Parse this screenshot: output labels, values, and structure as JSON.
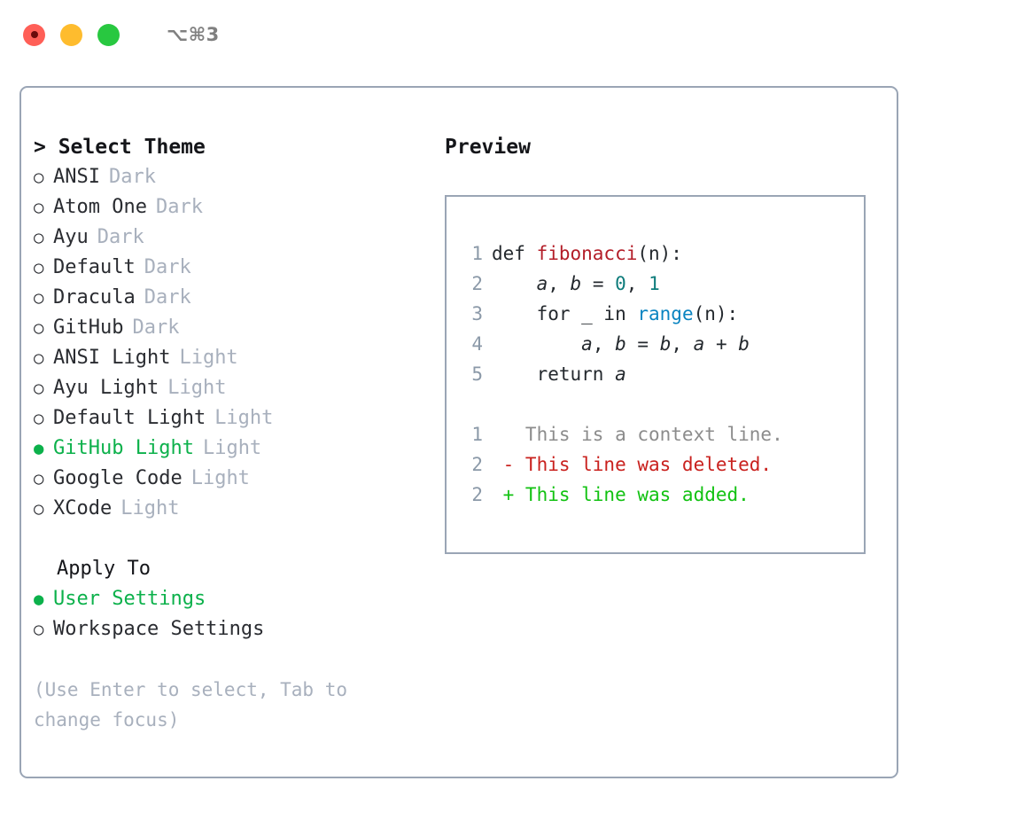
{
  "titlebar": {
    "shortcut": "⌥⌘3",
    "lights": [
      "close-red",
      "minimize-yellow",
      "maximize-green"
    ]
  },
  "theme_picker": {
    "header": "> Select Theme",
    "options": [
      {
        "marker": "○",
        "name": "ANSI",
        "category": "Dark",
        "selected": false
      },
      {
        "marker": "○",
        "name": "Atom One",
        "category": "Dark",
        "selected": false
      },
      {
        "marker": "○",
        "name": "Ayu",
        "category": "Dark",
        "selected": false
      },
      {
        "marker": "○",
        "name": "Default",
        "category": "Dark",
        "selected": false
      },
      {
        "marker": "○",
        "name": "Dracula",
        "category": "Dark",
        "selected": false
      },
      {
        "marker": "○",
        "name": "GitHub",
        "category": "Dark",
        "selected": false
      },
      {
        "marker": "○",
        "name": "ANSI Light",
        "category": "Light",
        "selected": false
      },
      {
        "marker": "○",
        "name": "Ayu Light",
        "category": "Light",
        "selected": false
      },
      {
        "marker": "○",
        "name": "Default Light",
        "category": "Light",
        "selected": false
      },
      {
        "marker": "●",
        "name": "GitHub Light",
        "category": "Light",
        "selected": true
      },
      {
        "marker": "○",
        "name": "Google Code",
        "category": "Light",
        "selected": false
      },
      {
        "marker": "○",
        "name": "XCode",
        "category": "Light",
        "selected": false
      }
    ]
  },
  "apply_to": {
    "title": "Apply To",
    "options": [
      {
        "marker": "●",
        "name": "User Settings",
        "selected": true
      },
      {
        "marker": "○",
        "name": "Workspace Settings",
        "selected": false
      }
    ]
  },
  "hint": "(Use Enter to select, Tab to change focus)",
  "preview": {
    "title": "Preview",
    "code_lines": [
      {
        "num": "1",
        "tokens": [
          {
            "t": "def ",
            "c": "kw"
          },
          {
            "t": "fibonacci",
            "c": "fn"
          },
          {
            "t": "(n):",
            "c": "kw"
          }
        ]
      },
      {
        "num": "2",
        "tokens": [
          {
            "t": "    ",
            "c": "kw"
          },
          {
            "t": "a",
            "c": "id"
          },
          {
            "t": ", ",
            "c": "kw"
          },
          {
            "t": "b",
            "c": "id"
          },
          {
            "t": " = ",
            "c": "kw"
          },
          {
            "t": "0",
            "c": "num"
          },
          {
            "t": ", ",
            "c": "kw"
          },
          {
            "t": "1",
            "c": "num"
          }
        ]
      },
      {
        "num": "3",
        "tokens": [
          {
            "t": "    for _ in ",
            "c": "kw"
          },
          {
            "t": "range",
            "c": "blt"
          },
          {
            "t": "(n):",
            "c": "kw"
          }
        ]
      },
      {
        "num": "4",
        "tokens": [
          {
            "t": "        ",
            "c": "kw"
          },
          {
            "t": "a",
            "c": "id"
          },
          {
            "t": ", ",
            "c": "kw"
          },
          {
            "t": "b",
            "c": "id"
          },
          {
            "t": " = ",
            "c": "kw"
          },
          {
            "t": "b",
            "c": "id"
          },
          {
            "t": ", ",
            "c": "kw"
          },
          {
            "t": "a",
            "c": "id"
          },
          {
            "t": " + ",
            "c": "kw"
          },
          {
            "t": "b",
            "c": "id"
          }
        ]
      },
      {
        "num": "5",
        "tokens": [
          {
            "t": "    return ",
            "c": "kw"
          },
          {
            "t": "a",
            "c": "id"
          }
        ]
      }
    ],
    "diff_lines": [
      {
        "num": "1",
        "text": "   This is a context line.",
        "kind": "diff-ctx"
      },
      {
        "num": "2",
        "text": " - This line was deleted.",
        "kind": "diff-del"
      },
      {
        "num": "2",
        "text": " + This line was added.",
        "kind": "diff-add"
      }
    ]
  },
  "colors": {
    "border": "#9aa5b5",
    "selected_green": "#0cb14b",
    "muted": "#a8b0bd",
    "line_number": "#8b99a8",
    "code_fg": "#24292e",
    "fn_red": "#b31d28",
    "num_teal": "#0e7c7b",
    "builtin_blue": "#0a84c1",
    "diff_added": "#12c212",
    "diff_deleted": "#c9211e",
    "diff_context": "#8c8c8c",
    "light_red": "#ff5f57",
    "light_yellow": "#febc2e",
    "light_green": "#28c840"
  }
}
